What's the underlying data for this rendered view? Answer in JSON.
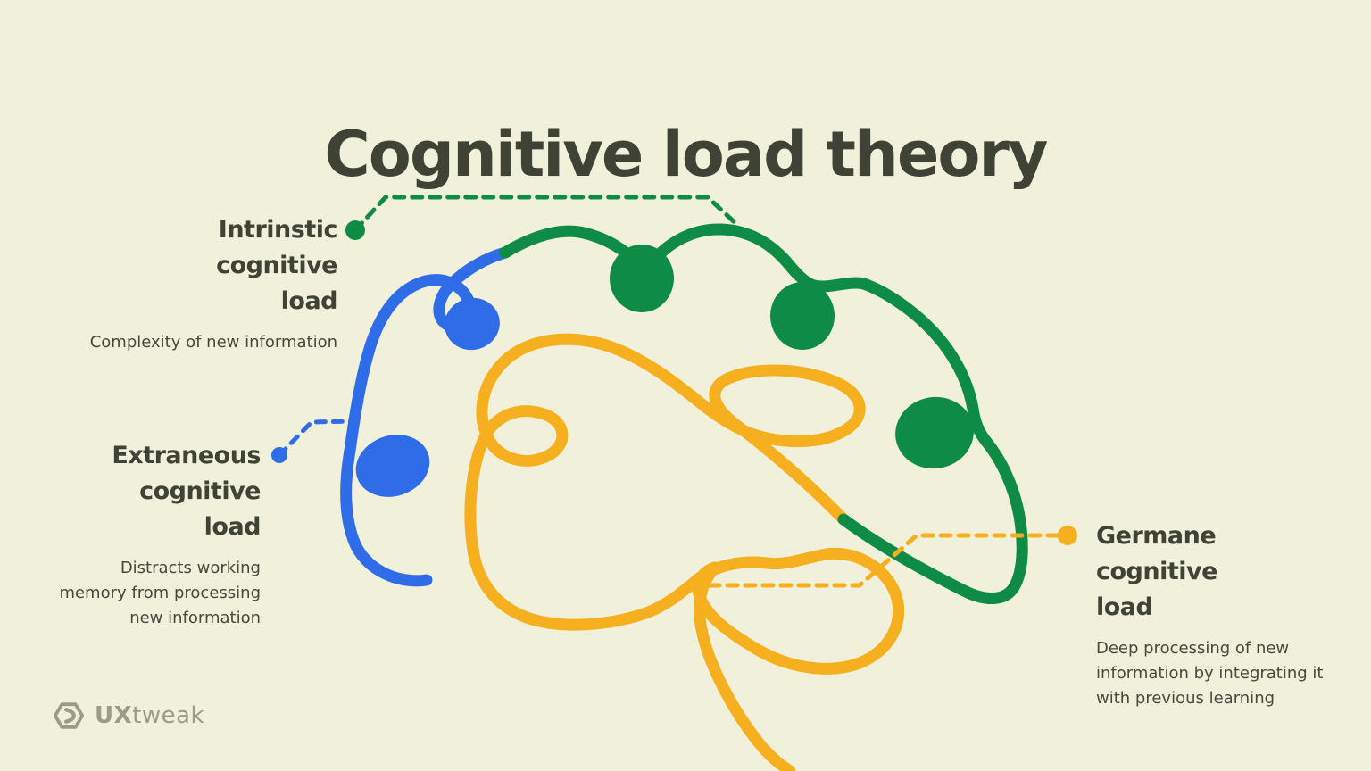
{
  "title": "Cognitive load theory",
  "callouts": {
    "intrinsic": {
      "heading_lines": [
        "Intrinstic",
        "cognitive",
        "load"
      ],
      "description_lines": [
        "Complexity of new information"
      ]
    },
    "extraneous": {
      "heading_lines": [
        "Extraneous",
        "cognitive",
        "load"
      ],
      "description_lines": [
        "Distracts working",
        "memory from processing",
        "new information"
      ]
    },
    "germane": {
      "heading_lines": [
        "Germane",
        "cognitive",
        "load"
      ],
      "description_lines": [
        "Deep processing of new",
        "information by integrating it",
        "with previous learning"
      ]
    }
  },
  "brand": {
    "bold": "UX",
    "regular": "tweak"
  },
  "colors": {
    "background": "#F1F0DB",
    "ink": "#3F4336",
    "green": "#0E8B45",
    "blue": "#2F6CE8",
    "yellow": "#F6AF1E",
    "logo_gray": "#9B9B87"
  }
}
